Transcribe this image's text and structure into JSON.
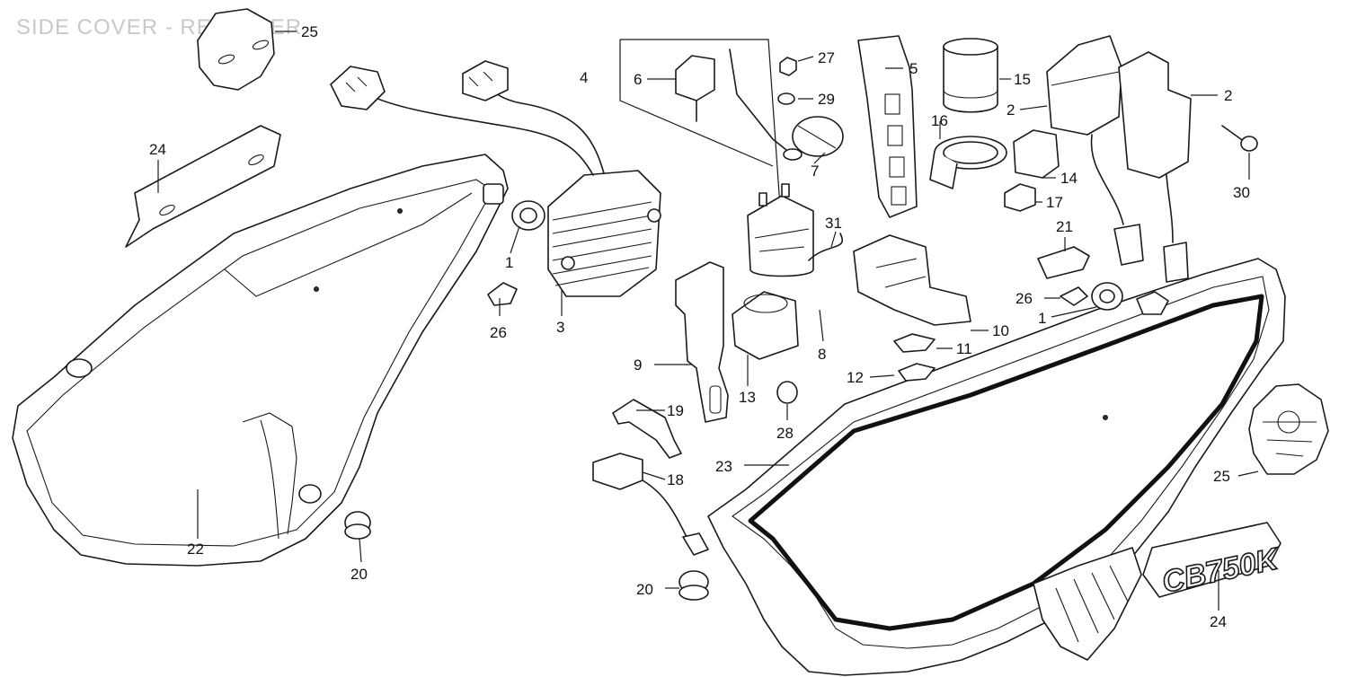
{
  "diagram": {
    "title": "SIDE COVER - RECTIFIER",
    "emblem_text": "CB750K",
    "callouts": {
      "c1a": "1",
      "c1b": "1",
      "c2a": "2",
      "c2b": "2",
      "c3": "3",
      "c4": "4",
      "c5": "5",
      "c6": "6",
      "c7": "7",
      "c8": "8",
      "c9": "9",
      "c10": "10",
      "c11": "11",
      "c12": "12",
      "c13": "13",
      "c14": "14",
      "c15": "15",
      "c16": "16",
      "c17": "17",
      "c18": "18",
      "c19": "19",
      "c20a": "20",
      "c20b": "20",
      "c21": "21",
      "c22": "22",
      "c23": "23",
      "c24a": "24",
      "c24b": "24",
      "c25a": "25",
      "c25b": "25",
      "c26a": "26",
      "c26b": "26",
      "c27": "27",
      "c28": "28",
      "c29": "29",
      "c30": "30",
      "c31": "31"
    }
  }
}
